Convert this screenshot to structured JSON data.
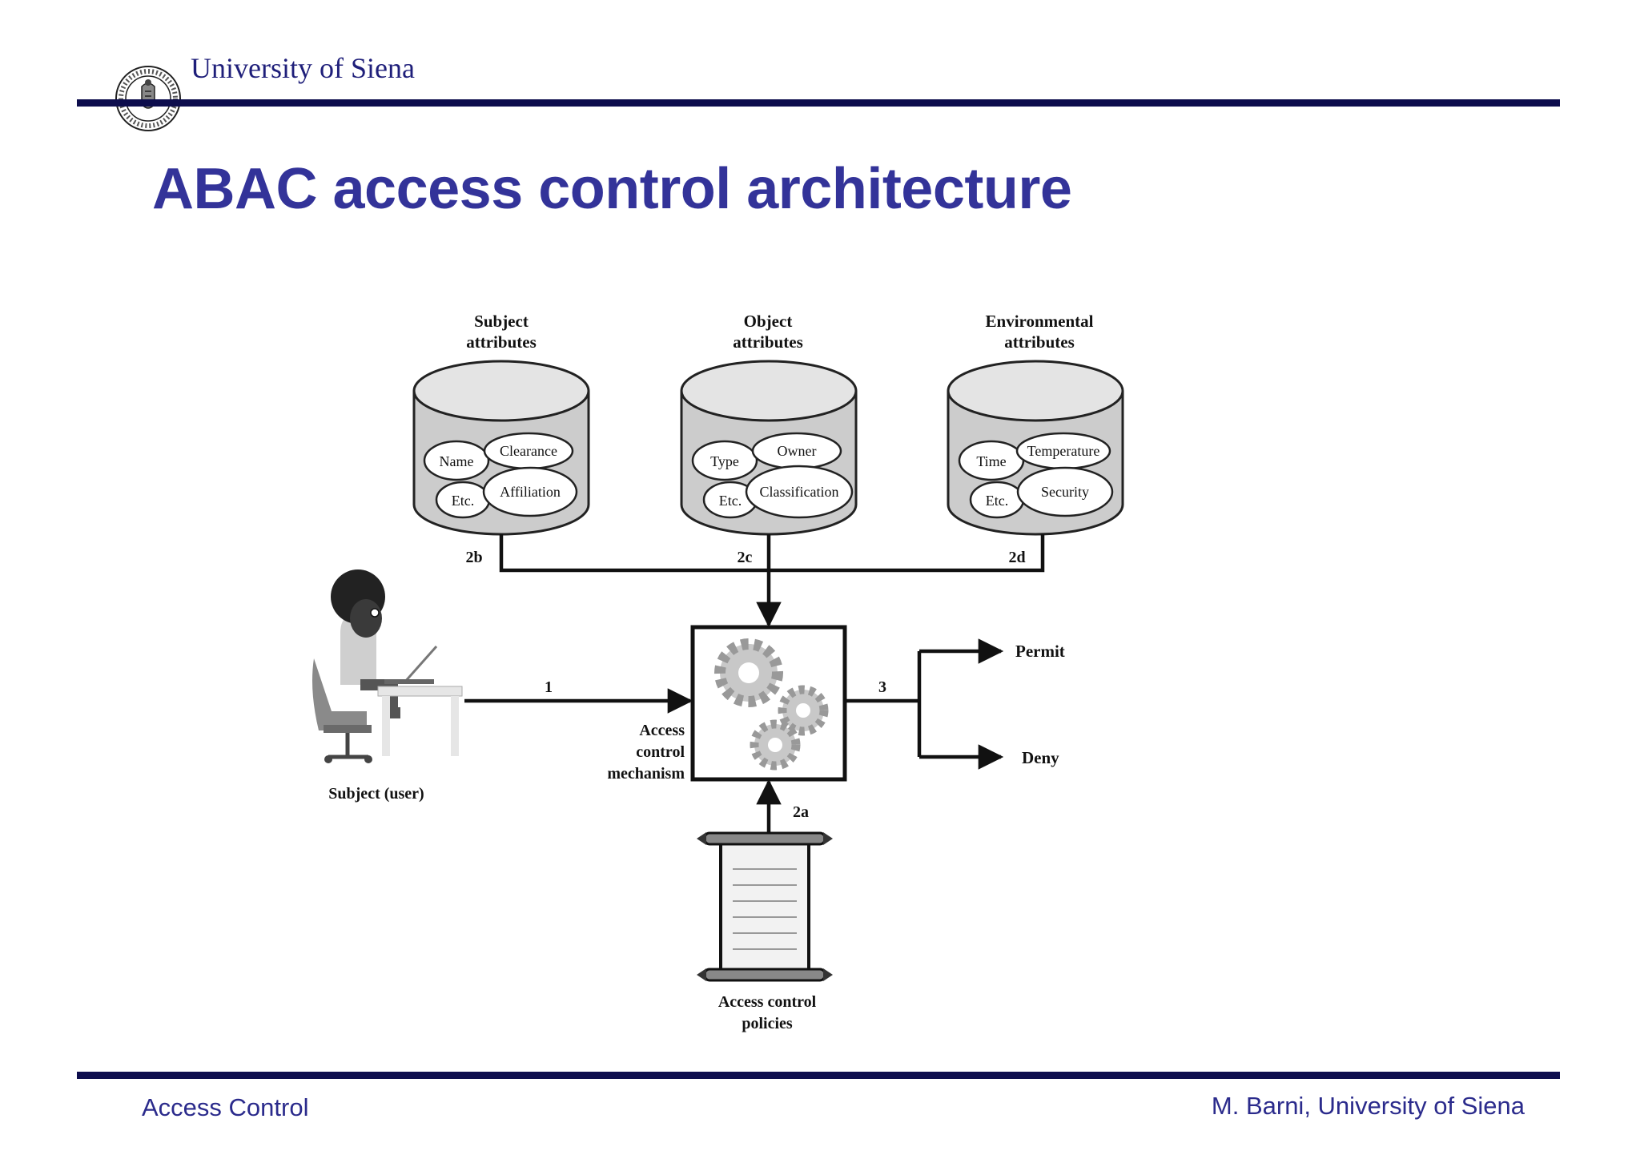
{
  "header": {
    "institution": "University of Siena"
  },
  "title": "ABAC access control architecture",
  "diagram": {
    "stores": [
      {
        "heading": [
          "Subject",
          "attributes"
        ],
        "items": [
          "Name",
          "Clearance",
          "Etc.",
          "Affiliation"
        ],
        "link_label": "2b"
      },
      {
        "heading": [
          "Object",
          "attributes"
        ],
        "items": [
          "Type",
          "Owner",
          "Etc.",
          "Classification"
        ],
        "link_label": "2c"
      },
      {
        "heading": [
          "Environmental",
          "attributes"
        ],
        "items": [
          "Time",
          "Temperature",
          "Etc.",
          "Security"
        ],
        "link_label": "2d"
      }
    ],
    "subject_label": "Subject (user)",
    "request_label": "1",
    "mechanism_label": [
      "Access",
      "control",
      "mechanism"
    ],
    "decision_label": "3",
    "outcomes": [
      "Permit",
      "Deny"
    ],
    "policy_link_label": "2a",
    "policies_label": [
      "Access control",
      "policies"
    ]
  },
  "footer": {
    "left": "Access Control",
    "right": "M. Barni, University of Siena"
  },
  "colors": {
    "brand_navy": "#0d0d4d",
    "title_blue": "#333399",
    "footer_blue": "#2b2b8c",
    "cylinder_gray": "#cccccc",
    "cylinder_top": "#e4e4e4"
  }
}
